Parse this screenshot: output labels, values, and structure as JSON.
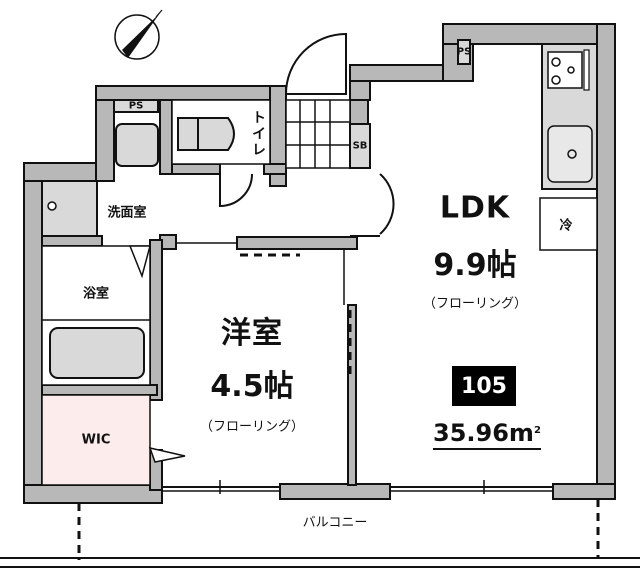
{
  "floor_plan": {
    "unit_number": "105",
    "total_area": "35.96",
    "area_unit": "m",
    "area_unit_sup": "2",
    "compass": {
      "icon": "north-arrow-icon",
      "direction": "north-east"
    },
    "rooms": {
      "ldk": {
        "name": "LDK",
        "size": "9.9帖",
        "floor": "（フローリング）"
      },
      "western": {
        "name": "洋室",
        "size": "4.5帖",
        "floor": "（フローリング）"
      },
      "washroom": {
        "name": "洗面室"
      },
      "bathroom": {
        "name": "浴室"
      },
      "toilet": {
        "name": "トイレ"
      },
      "wic": {
        "name": "WIC",
        "color": "#fcecec"
      },
      "balcony": {
        "name": "バルコニー"
      }
    },
    "fixtures": {
      "ps_left": "PS",
      "ps_right": "PS",
      "shoe_box": "SB",
      "fridge": "冷"
    },
    "colors": {
      "wall": "#b8b8b8",
      "outline": "#111111",
      "fixture": "#d9d9d9",
      "background": "#ffffff"
    }
  }
}
